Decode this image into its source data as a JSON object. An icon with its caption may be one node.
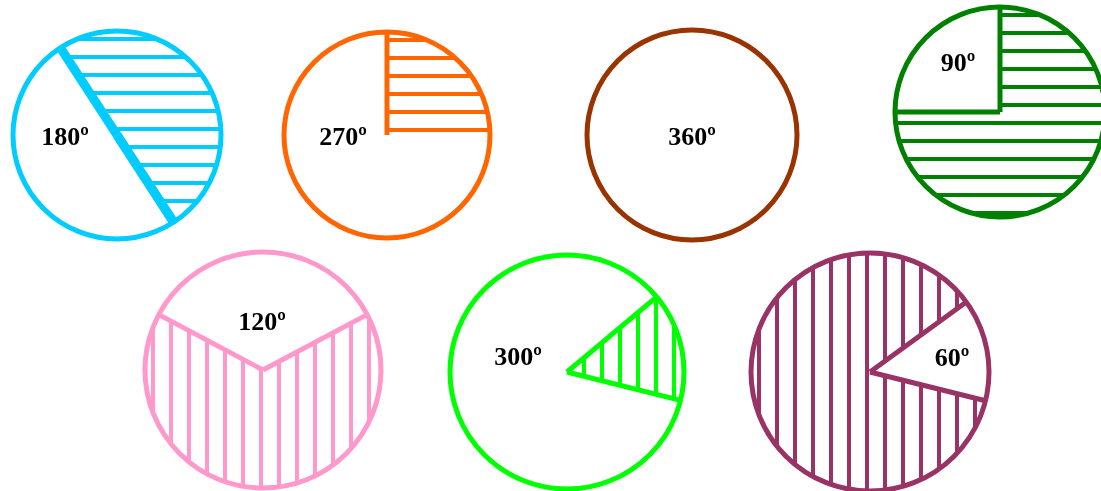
{
  "diagram": {
    "nodes": [
      {
        "text": [
          "180º"
        ]
      },
      {
        "text": [
          "270º"
        ]
      },
      {
        "text": [
          "360º"
        ]
      },
      {
        "text": [
          "90º"
        ]
      },
      {
        "text": [
          "120º"
        ]
      },
      {
        "text": [
          "300º"
        ]
      },
      {
        "text": [
          "60º"
        ]
      }
    ]
  }
}
